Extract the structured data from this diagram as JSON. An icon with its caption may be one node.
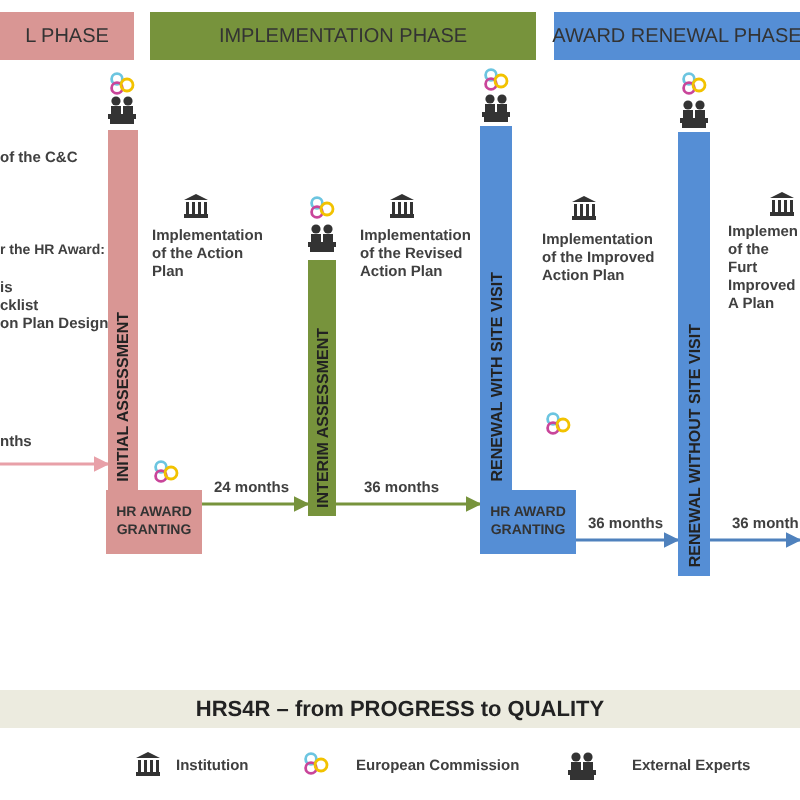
{
  "diagram": {
    "title": "HRS4R – from PROGRESS to QUALITY",
    "nodes": [
      {
        "text": [
          "L PHASE"
        ]
      },
      {
        "text": [
          "IMPLEMENTATION PHASE"
        ]
      },
      {
        "text": [
          "AWARD RENEWAL PHASE"
        ]
      },
      {
        "text": [
          "INITIAL ASSESSMENT"
        ]
      },
      {
        "text": [
          "HR AWARD GRANTING"
        ]
      },
      {
        "text": [
          "INTERIM ASSESSMENT"
        ]
      },
      {
        "text": [
          "RENEWAL WITH SITE VISIT"
        ]
      },
      {
        "text": [
          "HR AWARD GRANTING"
        ]
      },
      {
        "text": [
          "RENEWAL WITHOUT SITE VISIT"
        ]
      }
    ],
    "edges": [
      {
        "from": null,
        "to": 3,
        "arrow": "to",
        "label": "nths",
        "color": "#e8a0a8"
      },
      {
        "from": 4,
        "to": 5,
        "arrow": "to",
        "label": "24 months",
        "color": "#77933c"
      },
      {
        "from": 5,
        "to": 6,
        "arrow": "to",
        "label": "36 months",
        "color": "#77933c"
      },
      {
        "from": 7,
        "to": 8,
        "arrow": "to",
        "label": "36 months",
        "color": "#4f81bd"
      },
      {
        "from": 8,
        "to": null,
        "arrow": "to",
        "label": "36 month",
        "color": "#4f81bd"
      }
    ],
    "labels": [
      "of the C&C",
      "r the HR Award:",
      "is",
      "cklist",
      "on Plan Design",
      "Implementation of the Action Plan",
      "Implementation of the Revised Action Plan",
      "Implementation of the Improved Action Plan",
      "Implemen of the Furt Improved A Plan"
    ],
    "legend": [
      {
        "text": "Institution"
      },
      {
        "text": "European Commission"
      },
      {
        "text": "External Experts"
      }
    ]
  }
}
